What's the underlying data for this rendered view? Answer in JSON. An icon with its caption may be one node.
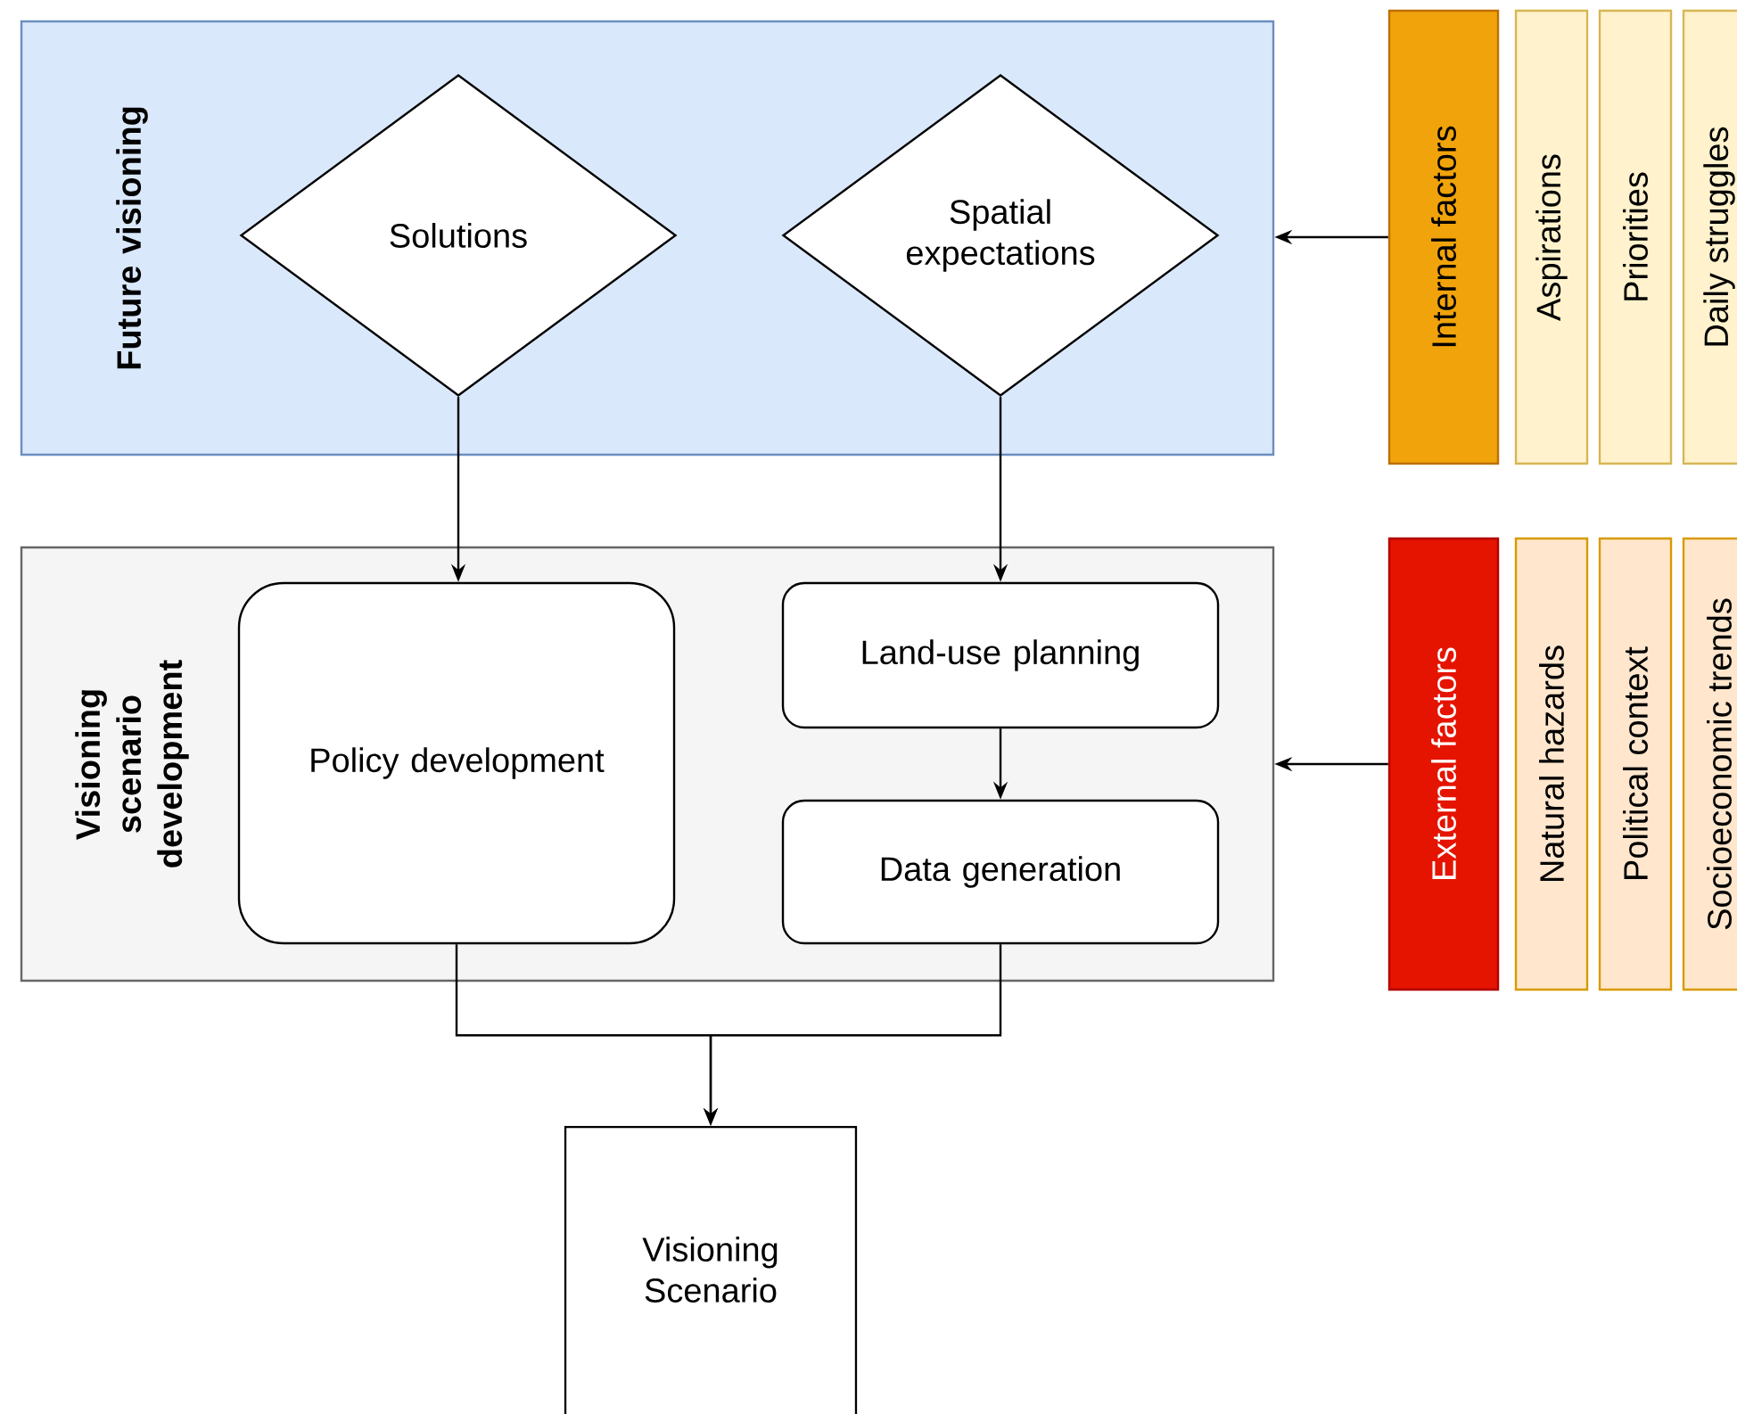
{
  "diagram": {
    "nodes": [
      {
        "text": [
          "Future visioning"
        ]
      },
      {
        "text": [
          "Solutions"
        ],
        "in": 0
      },
      {
        "text": [
          "Spatial expectations"
        ],
        "in": 0
      },
      {
        "text": [
          "Visioning scenario development"
        ]
      },
      {
        "text": [
          "Policy development"
        ],
        "in": 3
      },
      {
        "text": [
          "Land-use planning"
        ],
        "in": 3
      },
      {
        "text": [
          "Data generation"
        ],
        "in": 3
      },
      {
        "text": [
          "Visioning Scenario"
        ]
      },
      {
        "text": [
          "Internal factors"
        ]
      },
      {
        "text": [
          "Aspirations"
        ]
      },
      {
        "text": [
          "Priorities"
        ]
      },
      {
        "text": [
          "Daily struggles"
        ]
      },
      {
        "text": [
          "External factors"
        ]
      },
      {
        "text": [
          "Natural hazards"
        ]
      },
      {
        "text": [
          "Political context"
        ]
      },
      {
        "text": [
          "Socioeconomic trends"
        ]
      }
    ],
    "edges": [
      {
        "from": 1,
        "to": 4,
        "arrow": "to"
      },
      {
        "from": 2,
        "to": 5,
        "arrow": "to"
      },
      {
        "from": 5,
        "to": 6,
        "arrow": "to"
      },
      {
        "from": 4,
        "to": 7,
        "arrow": "to"
      },
      {
        "from": 6,
        "to": 7,
        "arrow": "to"
      },
      {
        "from": 8,
        "to": 0,
        "arrow": "to"
      },
      {
        "from": 12,
        "to": 3,
        "arrow": "to"
      }
    ]
  }
}
